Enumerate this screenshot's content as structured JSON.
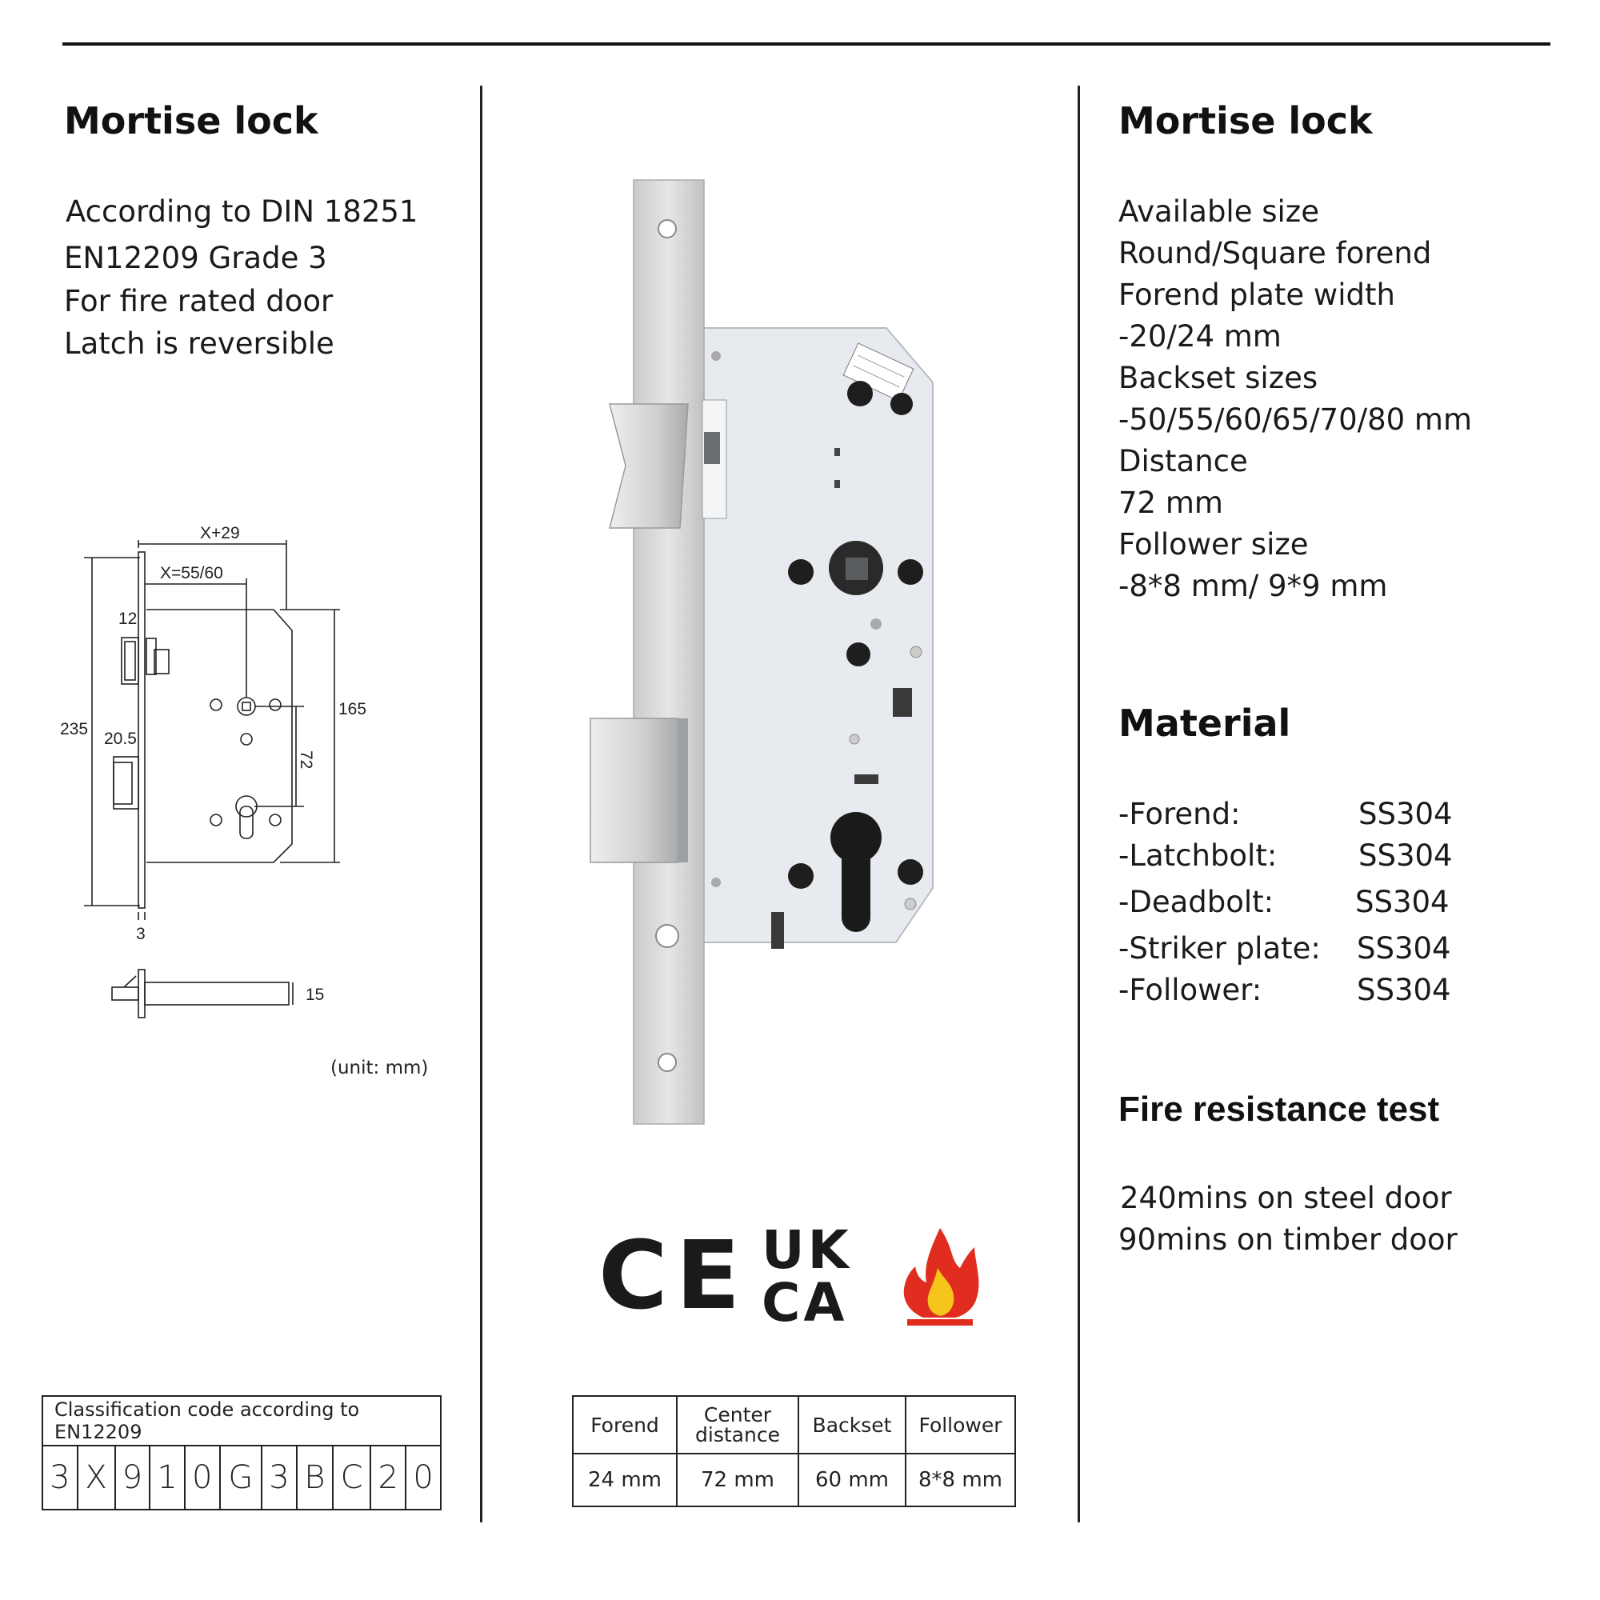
{
  "left": {
    "title": "Mortise lock",
    "lines": [
      "According to DIN 18251",
      "EN12209 Grade 3",
      "For fire rated door",
      "Latch is reversible"
    ],
    "drawing": {
      "labels": {
        "x_plus": "X+29",
        "x_backset": "X=55/60",
        "d12": "12",
        "d235": "235",
        "d20_5": "20.5",
        "d165": "165",
        "d72": "72",
        "d3": "3",
        "d15": "15"
      },
      "unit_note": "(unit: mm)"
    },
    "classification": {
      "header": "Classification code according to EN12209",
      "codes": [
        "3",
        "X",
        "9",
        "1",
        "0",
        "G",
        "3",
        "B",
        "C",
        "2",
        "0"
      ]
    }
  },
  "center": {
    "cert_marks": [
      "CE",
      "UK",
      "CA"
    ],
    "spec_table": {
      "headers": [
        "Forend",
        "Center\ndistance",
        "Backset",
        "Follower"
      ],
      "values": [
        "24 mm",
        "72 mm",
        "60 mm",
        "8*8 mm"
      ]
    }
  },
  "right": {
    "title": "Mortise lock",
    "specs": [
      "Available size",
      "Round/Square forend",
      "Forend plate width",
      "-20/24 mm",
      "Backset sizes",
      "-50/55/60/65/70/80 mm",
      "Distance",
      "72 mm",
      "Follower size",
      "-8*8 mm/ 9*9 mm"
    ],
    "material_title": "Material",
    "materials": [
      {
        "part": "-Forend:",
        "grade": "SS304"
      },
      {
        "part": "-Latchbolt:",
        "grade": "SS304"
      },
      {
        "part": "-Deadbolt:",
        "grade": "SS304"
      },
      {
        "part": "-Striker plate:",
        "grade": "SS304"
      },
      {
        "part": "-Follower:",
        "grade": "SS304"
      }
    ],
    "fire_title": "Fire resistance test",
    "fire_lines": [
      "240mins on steel door",
      "90mins on timber door"
    ]
  },
  "colors": {
    "line": "#111111",
    "lock_case": "#e7eaee",
    "forend": "#d7d9db",
    "fire_red": "#e02d1f",
    "fire_yellow": "#f6c51b"
  }
}
